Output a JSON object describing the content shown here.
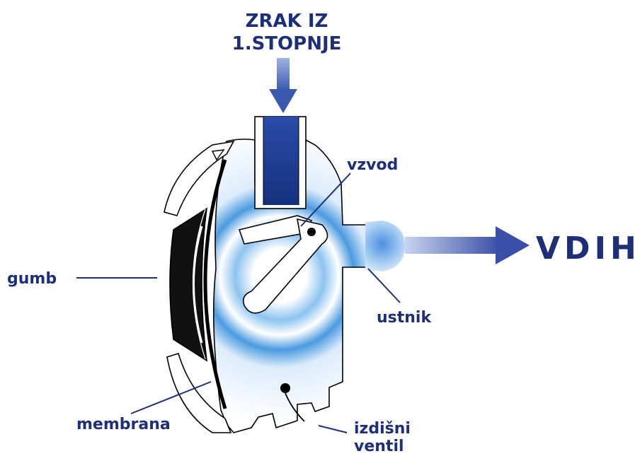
{
  "labels": {
    "input_line1": "ZRAK IZ",
    "input_line2": "1.STOPNJE",
    "output": "VDIH",
    "lever": "vzvod",
    "button": "gumb",
    "mouthpiece": "ustnik",
    "diaphragm": "membrana",
    "exhaust_line1": "izdišni",
    "exhaust_line2": "ventil"
  },
  "colors": {
    "text": "#1e2f7a",
    "body_glow": "#2f86d6",
    "air_tube": "#1f3a93",
    "arrow": "#4b5fb4",
    "outline": "#000000"
  }
}
